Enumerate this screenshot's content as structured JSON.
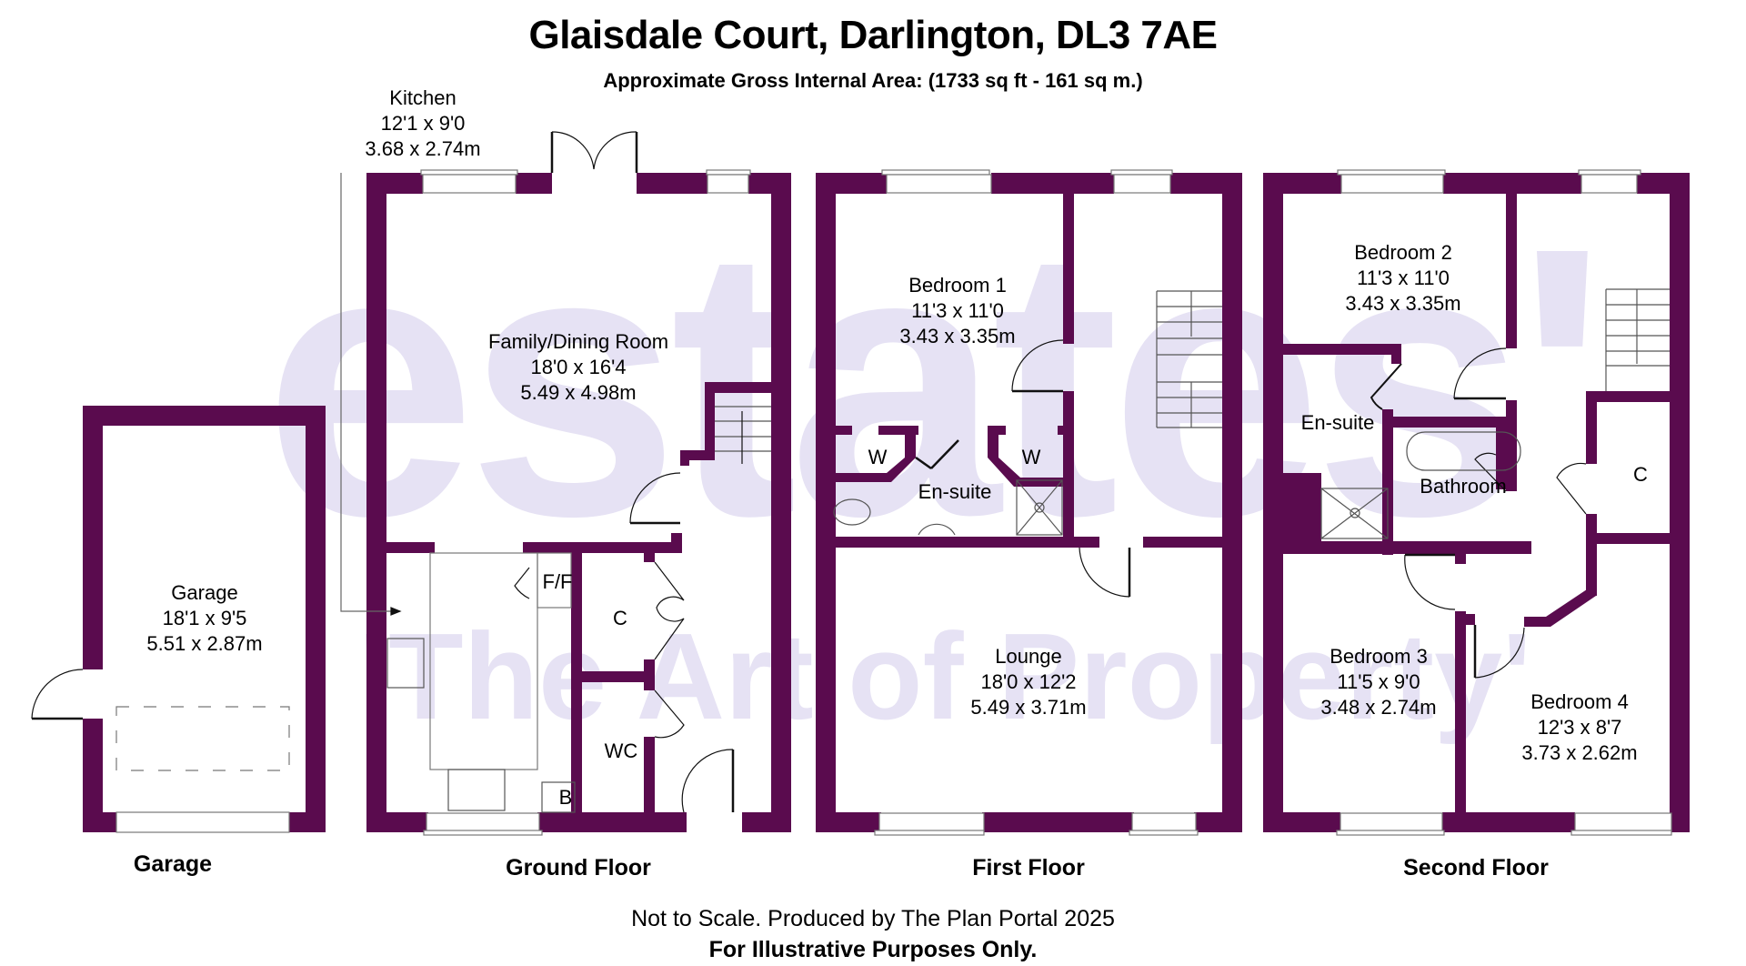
{
  "header": {
    "title": "Glaisdale Court, Darlington, DL3 7AE",
    "subtitle": "Approximate Gross Internal Area: (1733 sq ft - 161 sq m.)"
  },
  "colors": {
    "wall": "#5a0b4e",
    "watermark": "#e6e2f4",
    "background": "#ffffff"
  },
  "watermark": {
    "line1": "estates'",
    "line2": "'The Art of Property'"
  },
  "rooms": {
    "kitchen": {
      "name": "Kitchen",
      "imperial": "12'1 x 9'0",
      "metric": "3.68 x 2.74m"
    },
    "family_dining": {
      "name": "Family/Dining Room",
      "imperial": "18'0 x 16'4",
      "metric": "5.49 x 4.98m"
    },
    "garage": {
      "name": "Garage",
      "imperial": "18'1 x 9'5",
      "metric": "5.51 x 2.87m"
    },
    "bedroom1": {
      "name": "Bedroom 1",
      "imperial": "11'3 x 11'0",
      "metric": "3.43 x 3.35m"
    },
    "lounge": {
      "name": "Lounge",
      "imperial": "18'0 x 12'2",
      "metric": "5.49 x 3.71m"
    },
    "bedroom2": {
      "name": "Bedroom 2",
      "imperial": "11'3 x 11'0",
      "metric": "3.43 x 3.35m"
    },
    "bedroom3": {
      "name": "Bedroom 3",
      "imperial": "11'5 x 9'0",
      "metric": "3.48 x 2.74m"
    },
    "bedroom4": {
      "name": "Bedroom 4",
      "imperial": "12'3 x 8'7",
      "metric": "3.73 x 2.62m"
    }
  },
  "tags": {
    "ff": "F/F",
    "cupboard": "C",
    "wc": "WC",
    "boiler": "B",
    "wardrobe": "W",
    "ensuite": "En-suite",
    "bathroom": "Bathroom"
  },
  "floors": {
    "garage": "Garage",
    "ground": "Ground Floor",
    "first": "First Floor",
    "second": "Second Floor"
  },
  "footer": {
    "line1": "Not to Scale. Produced by The Plan Portal 2025",
    "line2": "For Illustrative Purposes Only."
  }
}
